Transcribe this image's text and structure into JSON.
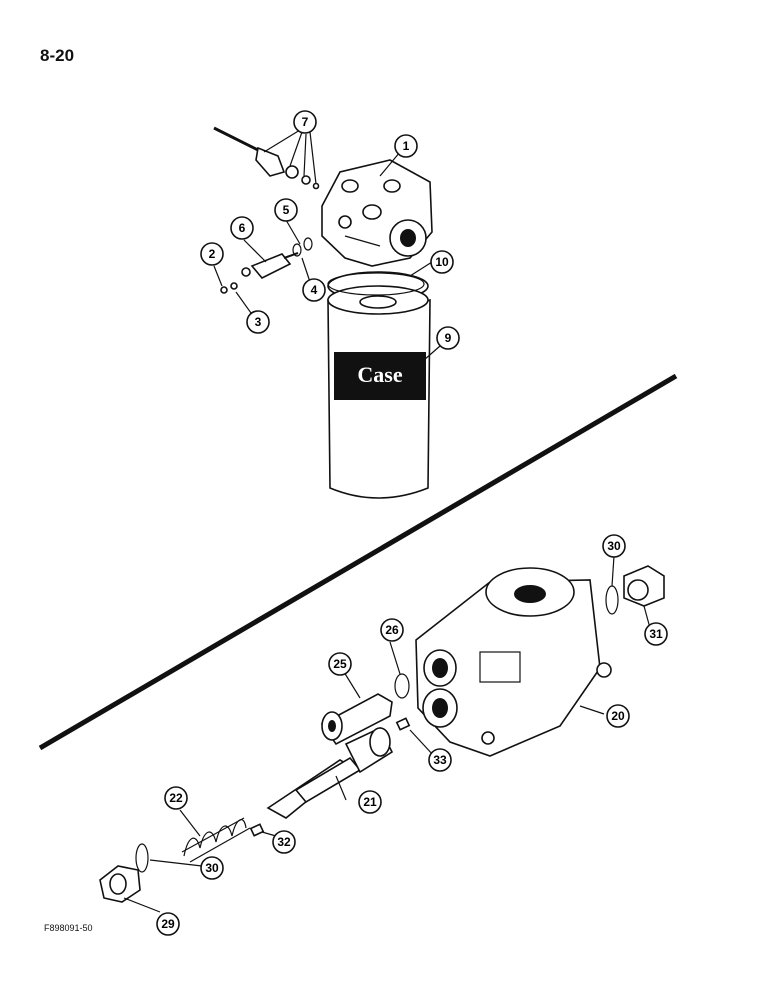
{
  "page_number": "8-20",
  "figure_code": "F898091-50",
  "filter_logo": "Case",
  "callouts": [
    "1",
    "2",
    "3",
    "4",
    "5",
    "6",
    "7",
    "9",
    "10",
    "20",
    "21",
    "22",
    "25",
    "26",
    "29",
    "30",
    "30",
    "31",
    "32",
    "33"
  ]
}
